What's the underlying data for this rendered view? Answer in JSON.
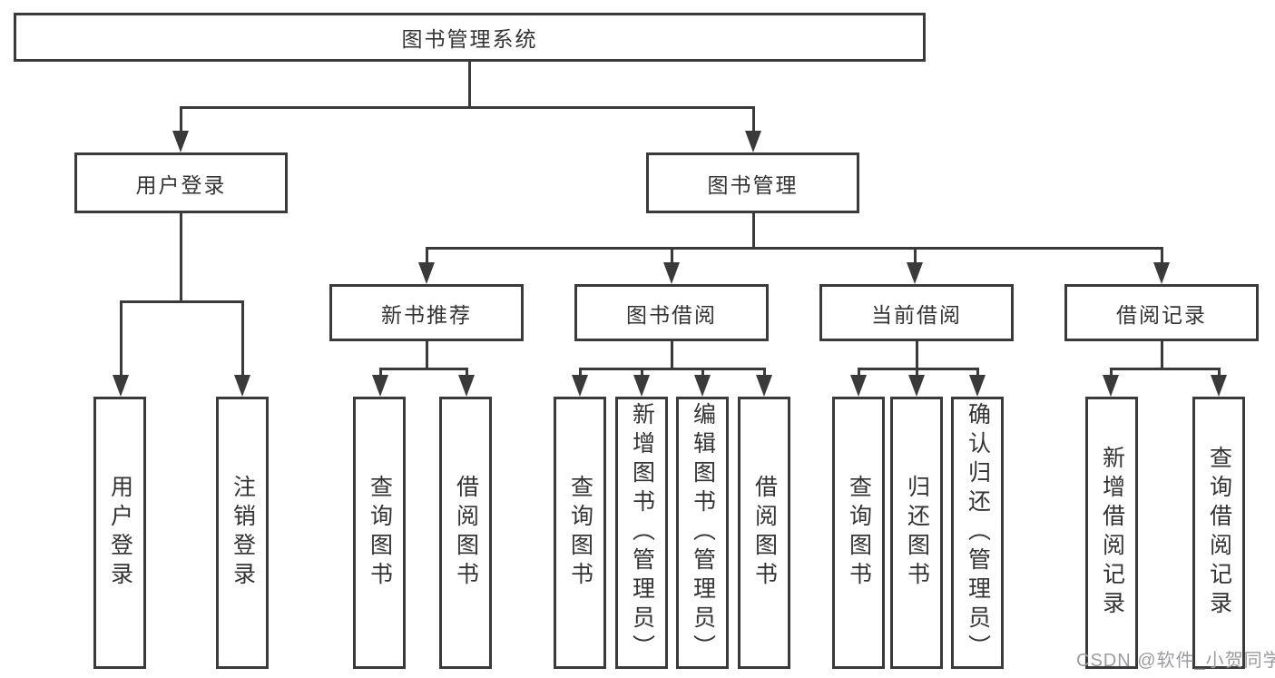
{
  "diagram": {
    "title": "图书管理系统",
    "colors": {
      "line": "#3a3a3a",
      "text": "#333333",
      "box_background": "#ffffff",
      "watermark": "#9c9ca0"
    },
    "tree": {
      "root": {
        "label": "图书管理系统",
        "children": [
          {
            "label": "用户登录",
            "children": [
              {
                "label": "用户登录"
              },
              {
                "label": "注销登录"
              }
            ]
          },
          {
            "label": "图书管理",
            "children": [
              {
                "label": "新书推荐",
                "children": [
                  {
                    "label": "查询图书"
                  },
                  {
                    "label": "借阅图书"
                  }
                ]
              },
              {
                "label": "图书借阅",
                "children": [
                  {
                    "label": "查询图书"
                  },
                  {
                    "label": "新增图书（管理员）"
                  },
                  {
                    "label": "编辑图书（管理员）"
                  },
                  {
                    "label": "借阅图书"
                  }
                ]
              },
              {
                "label": "当前借阅",
                "children": [
                  {
                    "label": "查询图书"
                  },
                  {
                    "label": "归还图书"
                  },
                  {
                    "label": "确认归还（管理员）"
                  }
                ]
              },
              {
                "label": "借阅记录",
                "children": [
                  {
                    "label": "新增借阅记录"
                  },
                  {
                    "label": "查询借阅记录"
                  }
                ]
              }
            ]
          }
        ]
      }
    },
    "watermark": {
      "text": "CSDN @软件_小贺同学"
    }
  }
}
